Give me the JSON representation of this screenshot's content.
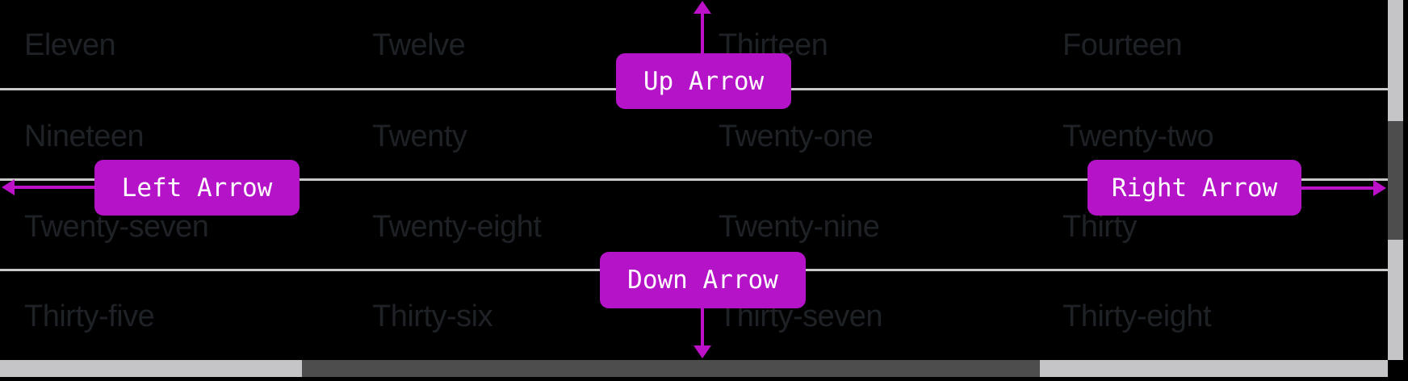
{
  "grid": {
    "rows": [
      [
        "Eleven",
        "Twelve",
        "Thirteen",
        "Fourteen"
      ],
      [
        "Nineteen",
        "Twenty",
        "Twenty-one",
        "Twenty-two"
      ],
      [
        "Twenty-seven",
        "Twenty-eight",
        "Twenty-nine",
        "Thirty"
      ],
      [
        "Thirty-five",
        "Thirty-six",
        "Thirty-seven",
        "Thirty-eight"
      ]
    ]
  },
  "buttons": {
    "up": {
      "label": "Up Arrow"
    },
    "down": {
      "label": "Down Arrow"
    },
    "left": {
      "label": "Left Arrow"
    },
    "right": {
      "label": "Right Arrow"
    }
  },
  "icons": {
    "up": "up-arrowhead-icon",
    "down": "down-arrowhead-icon",
    "left": "left-arrowhead-icon",
    "right": "right-arrowhead-icon"
  },
  "colors": {
    "background": "#000000",
    "accent": "#b513c8",
    "arrow": "#bd10c9",
    "button_text": "#ffffff",
    "cell_text": "#1e2126",
    "row_divider": "#c9c9c9",
    "scrollbar_track": "#c5c5c7",
    "scrollbar_thumb": "#4d4d4d"
  }
}
